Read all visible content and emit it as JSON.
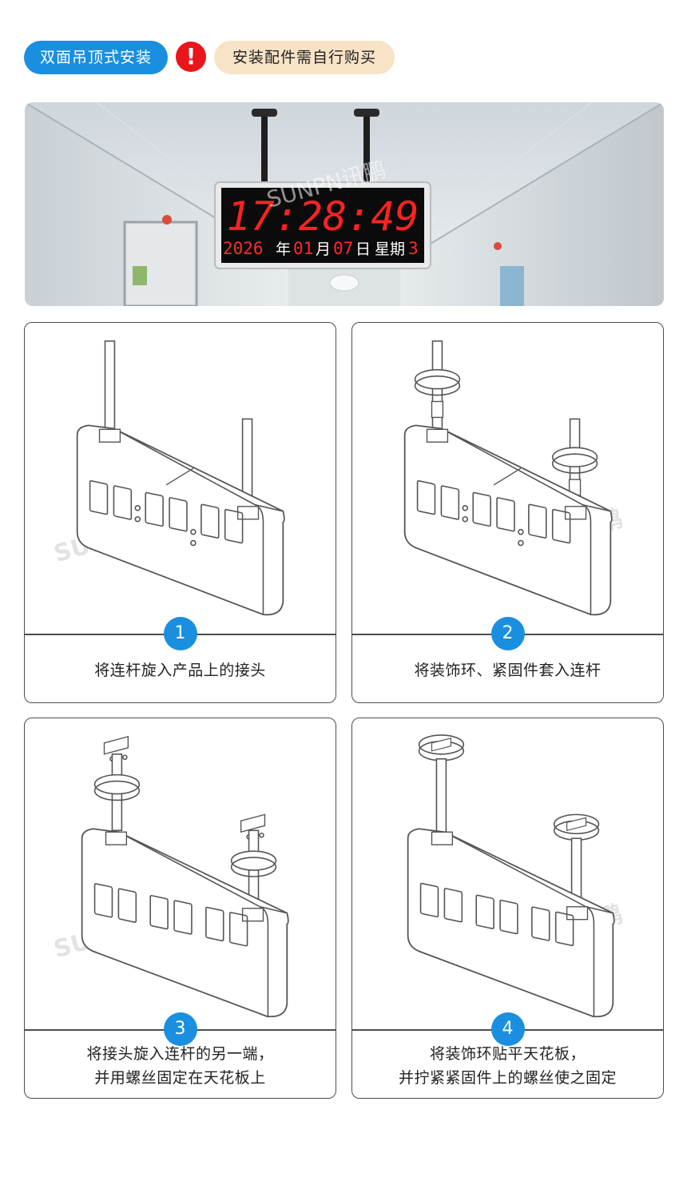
{
  "header": {
    "install_type": "双面吊顶式安装",
    "warning_icon": "exclamation-icon",
    "notice": "安装配件需自行购买",
    "colors": {
      "accent": "#1a8fe0",
      "warning": "#e8151b",
      "notice_bg": "#f8e3c6"
    }
  },
  "photo": {
    "clock_time": "17:28:49",
    "clock_year": "2026",
    "year_char": "年",
    "clock_month": "01",
    "month_char": "月",
    "clock_day": "07",
    "day_char": "日",
    "weekday_label": "星期",
    "weekday": "3",
    "watermark": "SUNPN讯鹏"
  },
  "steps": [
    {
      "number": "1",
      "caption_lines": [
        "将连杆旋入产品上的接头"
      ]
    },
    {
      "number": "2",
      "caption_lines": [
        "将装饰环、紧固件套入连杆"
      ]
    },
    {
      "number": "3",
      "caption_lines": [
        "将接头旋入连杆的另一端，",
        "并用螺丝固定在天花板上"
      ]
    },
    {
      "number": "4",
      "caption_lines": [
        "将装饰环贴平天花板，",
        "并拧紧紧固件上的螺丝使之固定"
      ]
    }
  ],
  "illustration_watermark": "SUNPN讯鹏"
}
